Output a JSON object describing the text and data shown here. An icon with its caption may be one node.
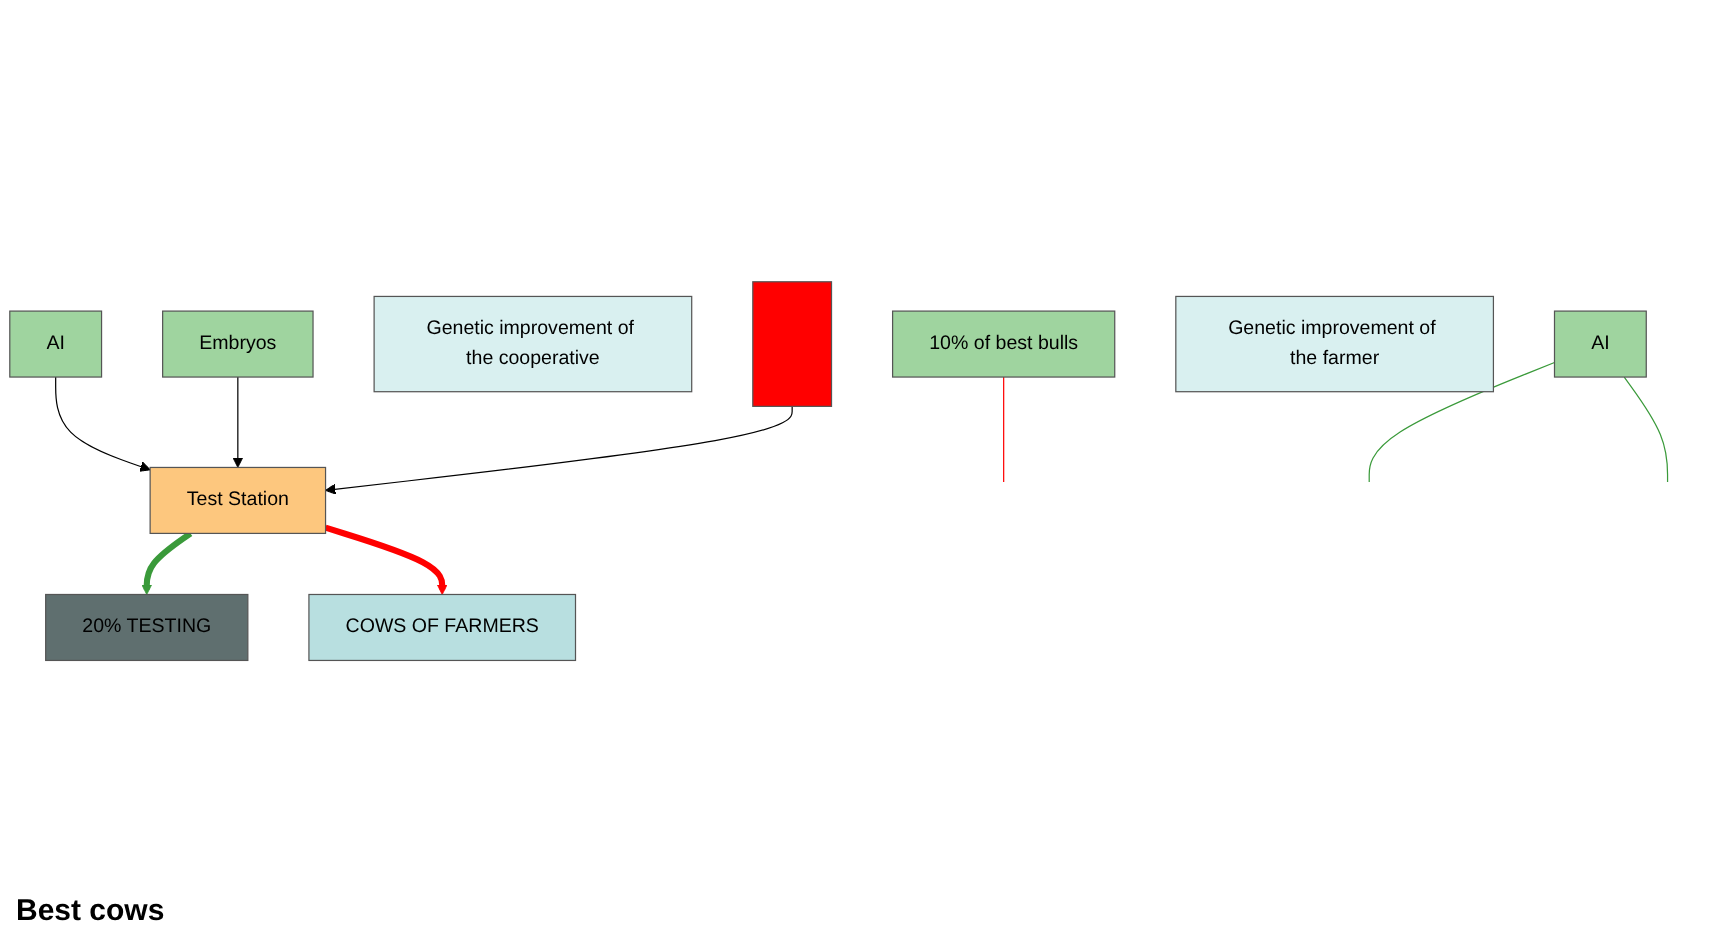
{
  "diagram": {
    "nodes": [
      {
        "text": [
          "AI"
        ]
      },
      {
        "text": [
          "Embryos"
        ]
      },
      {
        "text": [
          "Test Station"
        ]
      },
      {
        "text": [
          "Genetic improvement of the cooperative"
        ]
      },
      {
        "text": [
          "10% of best bulls"
        ]
      },
      {
        "text": [
          "AI"
        ]
      },
      {
        "text": [
          "Genetic improvement of the farmer"
        ]
      },
      {
        "text": [],
        "shape": "bar"
      },
      {
        "text": [
          "20% TESTING"
        ]
      },
      {
        "text": [
          "COWS OF FARMERS"
        ]
      }
    ],
    "edges": [
      {
        "from": 0,
        "to": 2,
        "arrow": "to"
      },
      {
        "from": 1,
        "to": 2,
        "arrow": "to"
      },
      {
        "from": 7,
        "to": 2,
        "arrow": "to"
      },
      {
        "from": 2,
        "to": 8,
        "arrow": "to",
        "style": "thick",
        "color": "#3a9a3a"
      },
      {
        "from": 2,
        "to": 9,
        "arrow": "to",
        "style": "thick",
        "color": "#ff0000"
      },
      {
        "from": 4,
        "to": null,
        "arrow": "none",
        "color": "#ff0000"
      },
      {
        "from": 5,
        "to": null,
        "arrow": "none",
        "color": "#3a9a3a"
      },
      {
        "from": 5,
        "to": null,
        "arrow": "none",
        "color": "#3a9a3a"
      }
    ],
    "labels": [
      "Best cows"
    ]
  }
}
